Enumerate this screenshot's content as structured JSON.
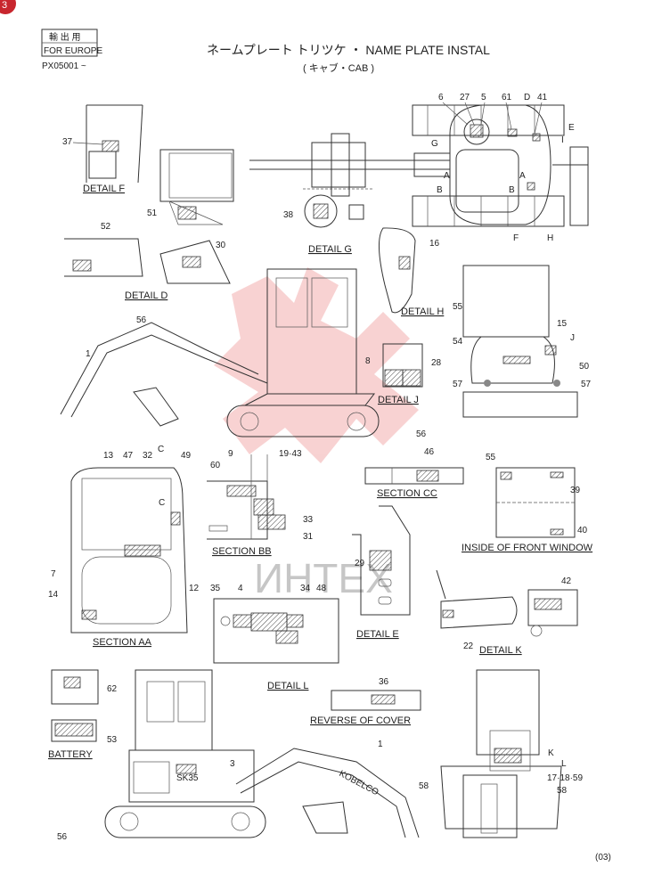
{
  "badge": "3",
  "header": {
    "stamp_line1": "輸 出 用",
    "stamp_line2": "FOR EUROPE",
    "serial": "PX05001 ~",
    "title": "ネームプレート トリツケ ・ NAME PLATE INSTAL",
    "subtitle": "( キャブ・CAB )"
  },
  "watermark": "ИНТЕХ",
  "page_code": "(03)",
  "captions": {
    "detail_f": "DETAIL F",
    "detail_g": "DETAIL G",
    "detail_d": "DETAIL D",
    "detail_h": "DETAIL H",
    "detail_j": "DETAIL J",
    "section_cc": "SECTION CC",
    "section_bb": "SECTION BB",
    "inside_front": "INSIDE OF FRONT WINDOW",
    "section_aa": "SECTION AA",
    "detail_e": "DETAIL E",
    "detail_l": "DETAIL L",
    "detail_k": "DETAIL K",
    "reverse_cover": "REVERSE OF COVER",
    "battery": "BATTERY"
  },
  "labels": {
    "n6": "6",
    "n27": "27",
    "n5": "5",
    "n61": "61",
    "lD": "D",
    "n41": "41",
    "lE": "E",
    "lG": "G",
    "lI": "I",
    "lA1": "A",
    "lA2": "A",
    "lB1": "B",
    "lB2": "B",
    "lF": "F",
    "lH": "H",
    "n37": "37",
    "n51": "51",
    "n38": "38",
    "n52": "52",
    "n30": "30",
    "n16": "16",
    "n56a": "56",
    "n1a": "1",
    "n55a": "55",
    "n15": "15",
    "lJ": "J",
    "n54": "54",
    "n50": "50",
    "n8": "8",
    "n28": "28",
    "n57a": "57",
    "n57b": "57",
    "n56b": "56",
    "n13": "13",
    "n47": "47",
    "n32": "32",
    "lC1": "C",
    "n49": "49",
    "lC2": "C",
    "n7": "7",
    "n14": "14",
    "n9": "9",
    "n19": "19·43",
    "n60": "60",
    "n33": "33",
    "n31": "31",
    "n46": "46",
    "n55b": "55",
    "n39": "39",
    "n40": "40",
    "n29": "29",
    "n12": "12",
    "n35": "35",
    "n4": "4",
    "n34": "34",
    "n48": "48",
    "n42": "42",
    "n22": "22",
    "n62": "62",
    "n36": "36",
    "n53": "53",
    "n3": "3",
    "n1b": "1",
    "lK": "K",
    "lL": "L",
    "n58a": "58",
    "n17": "17·18·59",
    "n58b": "58",
    "n56c": "56",
    "sk": "SK35",
    "brand": "KOBELCO"
  }
}
